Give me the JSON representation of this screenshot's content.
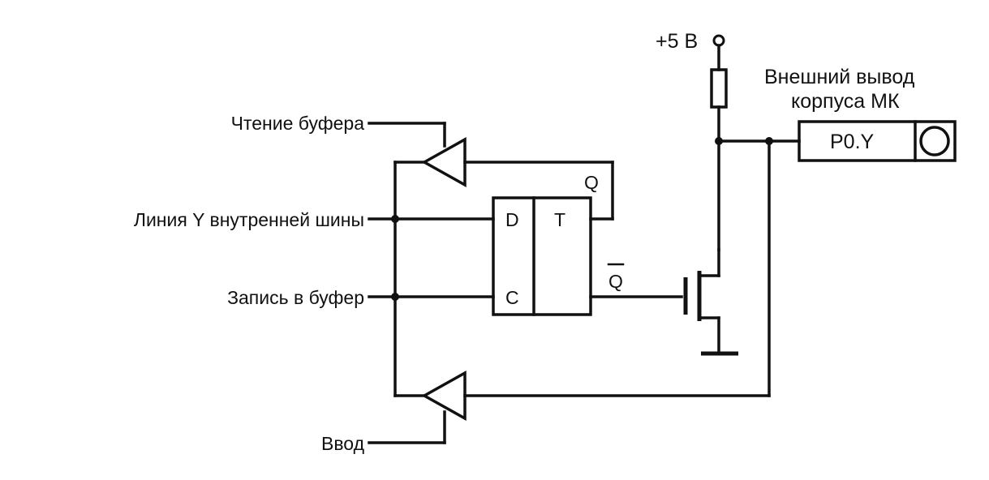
{
  "labels": {
    "read_buffer": "Чтение буфера",
    "bus_line": "Линия Y внутренней шины",
    "write_buffer": "Запись в буфер",
    "input": "Ввод",
    "supply": "+5 В",
    "ext_pin_line1": "Внешний вывод",
    "ext_pin_line2": "корпуса МК",
    "pin_name": "P0.Y"
  },
  "flipflop": {
    "d": "D",
    "c": "C",
    "t": "T",
    "q": "Q",
    "q_bar": "Q"
  }
}
